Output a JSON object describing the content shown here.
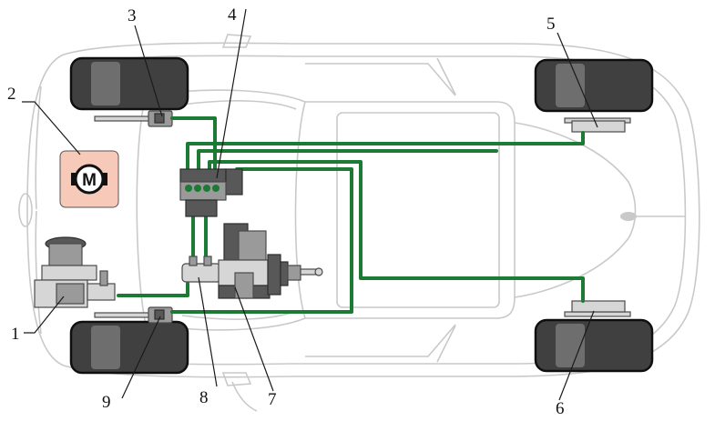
{
  "diagram": {
    "callouts": [
      {
        "id": "1",
        "label": "1"
      },
      {
        "id": "2",
        "label": "2"
      },
      {
        "id": "3",
        "label": "3"
      },
      {
        "id": "4",
        "label": "4"
      },
      {
        "id": "5",
        "label": "5"
      },
      {
        "id": "6",
        "label": "6"
      },
      {
        "id": "7",
        "label": "7"
      },
      {
        "id": "8",
        "label": "8"
      },
      {
        "id": "9",
        "label": "9"
      }
    ],
    "motor_symbol": {
      "letter": "M",
      "fill": "#f6c9b8"
    },
    "colors": {
      "brake_line": "#1d7a34",
      "tyre": "#404040",
      "car_outline": "#c9c9c9",
      "component": "#9a9a9a"
    }
  }
}
